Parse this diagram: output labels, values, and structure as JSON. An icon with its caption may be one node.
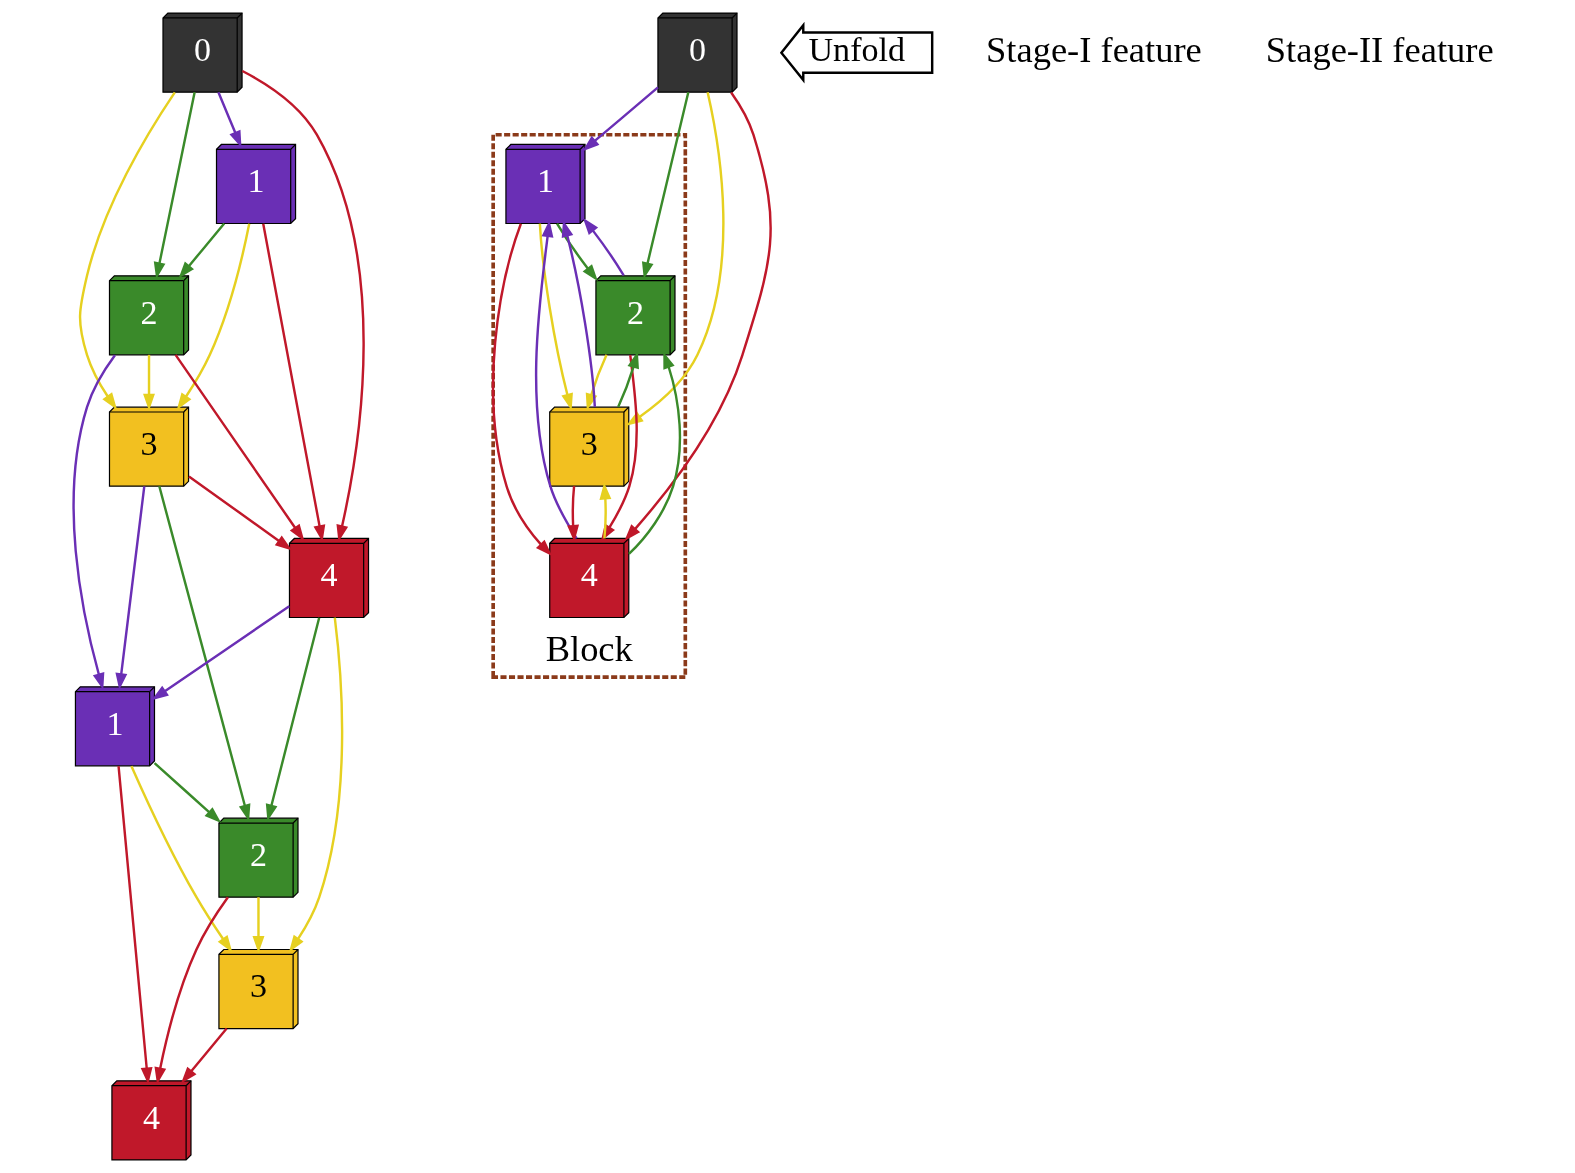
{
  "diagram": {
    "nodes": [
      {
        "text": [
          "0"
        ]
      },
      {
        "text": [
          "0"
        ]
      },
      {
        "text": [
          "Block"
        ]
      },
      {
        "text": [
          "1"
        ],
        "in": 2
      },
      {
        "text": [
          "Unfold"
        ]
      },
      {
        "text": [
          "2"
        ],
        "in": 2
      },
      {
        "text": [
          "1"
        ]
      },
      {
        "text": [
          "4"
        ],
        "in": 2
      },
      {
        "text": [
          "3"
        ],
        "in": 2
      },
      {
        "text": [
          "2"
        ]
      },
      {
        "text": [
          "3"
        ]
      },
      {
        "text": [
          "4"
        ]
      },
      {
        "text": [
          "1"
        ]
      },
      {
        "text": [
          "2"
        ]
      },
      {
        "text": [
          "3"
        ]
      },
      {
        "text": [
          "4"
        ]
      }
    ],
    "edges": [
      {
        "from": 1,
        "to": 3,
        "arrow": "to",
        "color": "#6a2fb5"
      },
      {
        "from": 1,
        "to": 5,
        "arrow": "to",
        "color": "#3a8a2a"
      },
      {
        "from": 1,
        "to": 8,
        "arrow": "to",
        "color": "#e6d020"
      },
      {
        "from": 1,
        "to": 7,
        "arrow": "to",
        "color": "#c0182a"
      },
      {
        "from": 3,
        "to": 5,
        "arrow": "to",
        "color": "#3a8a2a"
      },
      {
        "from": 5,
        "to": 3,
        "arrow": "to",
        "color": "#6a2fb5"
      },
      {
        "from": 3,
        "to": 8,
        "arrow": "to",
        "color": "#e6d020"
      },
      {
        "from": 8,
        "to": 3,
        "arrow": "to",
        "color": "#6a2fb5"
      },
      {
        "from": 3,
        "to": 7,
        "arrow": "to",
        "color": "#c0182a"
      },
      {
        "from": 7,
        "to": 3,
        "arrow": "to",
        "color": "#6a2fb5"
      },
      {
        "from": 5,
        "to": 8,
        "arrow": "to",
        "color": "#e6d020"
      },
      {
        "from": 8,
        "to": 5,
        "arrow": "to",
        "color": "#3a8a2a"
      },
      {
        "from": 5,
        "to": 7,
        "arrow": "to",
        "color": "#c0182a"
      },
      {
        "from": 7,
        "to": 5,
        "arrow": "to",
        "color": "#3a8a2a"
      },
      {
        "from": 8,
        "to": 7,
        "arrow": "to",
        "color": "#c0182a"
      },
      {
        "from": 7,
        "to": 8,
        "arrow": "to",
        "color": "#e6d020"
      },
      {
        "from": 0,
        "to": 6,
        "arrow": "to",
        "color": "#6a2fb5"
      },
      {
        "from": 0,
        "to": 9,
        "arrow": "to",
        "color": "#3a8a2a"
      },
      {
        "from": 0,
        "to": 10,
        "arrow": "to",
        "color": "#e6d020"
      },
      {
        "from": 0,
        "to": 11,
        "arrow": "to",
        "color": "#c0182a"
      },
      {
        "from": 6,
        "to": 9,
        "arrow": "to",
        "color": "#3a8a2a"
      },
      {
        "from": 6,
        "to": 10,
        "arrow": "to",
        "color": "#e6d020"
      },
      {
        "from": 6,
        "to": 11,
        "arrow": "to",
        "color": "#c0182a"
      },
      {
        "from": 9,
        "to": 10,
        "arrow": "to",
        "color": "#e6d020"
      },
      {
        "from": 9,
        "to": 11,
        "arrow": "to",
        "color": "#c0182a"
      },
      {
        "from": 10,
        "to": 11,
        "arrow": "to",
        "color": "#c0182a"
      },
      {
        "from": 9,
        "to": 12,
        "arrow": "to",
        "color": "#6a2fb5"
      },
      {
        "from": 10,
        "to": 12,
        "arrow": "to",
        "color": "#6a2fb5"
      },
      {
        "from": 10,
        "to": 13,
        "arrow": "to",
        "color": "#3a8a2a"
      },
      {
        "from": 11,
        "to": 12,
        "arrow": "to",
        "color": "#6a2fb5"
      },
      {
        "from": 11,
        "to": 13,
        "arrow": "to",
        "color": "#3a8a2a"
      },
      {
        "from": 11,
        "to": 14,
        "arrow": "to",
        "color": "#e6d020"
      },
      {
        "from": 12,
        "to": 13,
        "arrow": "to",
        "color": "#3a8a2a"
      },
      {
        "from": 12,
        "to": 14,
        "arrow": "to",
        "color": "#e6d020"
      },
      {
        "from": 12,
        "to": 15,
        "arrow": "to",
        "color": "#c0182a"
      },
      {
        "from": 13,
        "to": 14,
        "arrow": "to",
        "color": "#e6d020"
      },
      {
        "from": 13,
        "to": 15,
        "arrow": "to",
        "color": "#c0182a"
      },
      {
        "from": 14,
        "to": 15,
        "arrow": "to",
        "color": "#c0182a"
      }
    ],
    "labels": [
      "Stage-I feature",
      "Stage-II feature"
    ]
  }
}
